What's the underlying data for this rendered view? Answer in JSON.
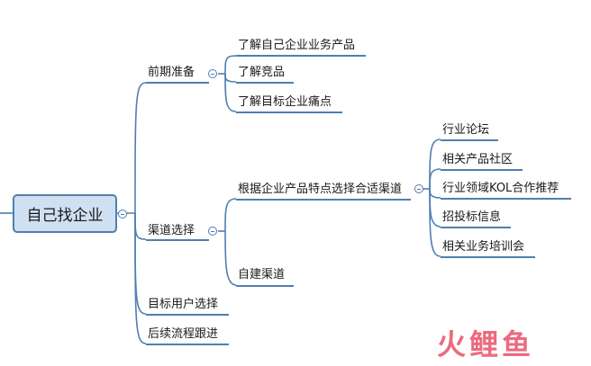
{
  "mindmap": {
    "root": {
      "label": "自己找企业"
    },
    "branches": [
      {
        "label": "前期准备",
        "children": [
          {
            "label": "了解自己企业业务产品"
          },
          {
            "label": "了解竞品"
          },
          {
            "label": "了解目标企业痛点"
          }
        ]
      },
      {
        "label": "渠道选择",
        "children": [
          {
            "label": "根据企业产品特点选择合适渠道",
            "children": [
              {
                "label": "行业论坛"
              },
              {
                "label": "相关产品社区"
              },
              {
                "label": "行业领域KOL合作推荐"
              },
              {
                "label": "招投标信息"
              },
              {
                "label": "相关业务培训会"
              }
            ]
          },
          {
            "label": "自建渠道"
          }
        ]
      },
      {
        "label": "目标用户选择"
      },
      {
        "label": "后续流程跟进"
      }
    ]
  },
  "watermark": {
    "text": "火鲤鱼"
  },
  "colors": {
    "line": "#4f7fb0",
    "root_fill": "#cfe0f3",
    "watermark": "#e9465f"
  }
}
